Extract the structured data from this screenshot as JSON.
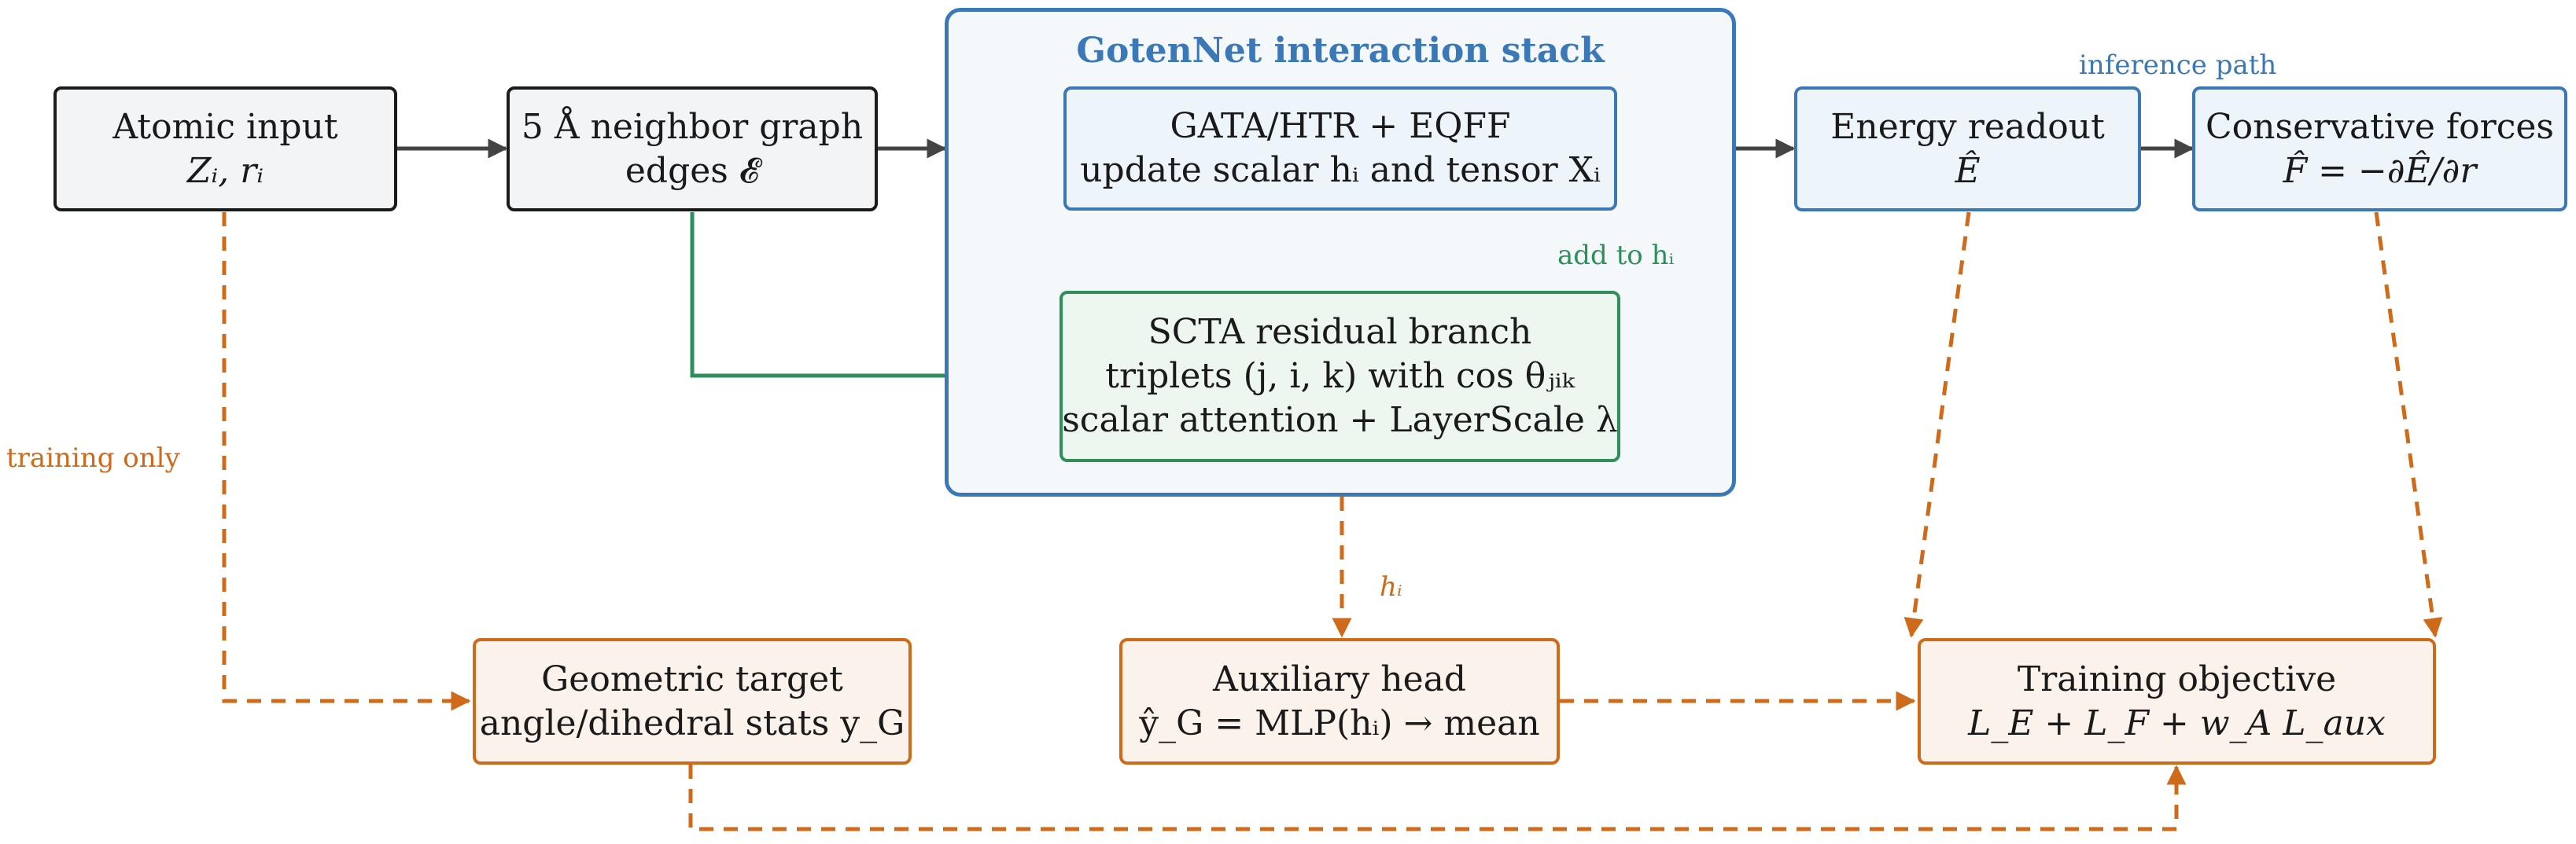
{
  "stack": {
    "title": "GotenNet interaction stack"
  },
  "nodes": {
    "atomic_input": {
      "line1": "Atomic input",
      "line2": "Zᵢ, rᵢ"
    },
    "neighbor_graph": {
      "line1": "5 Å neighbor graph",
      "line2": "edges 𝓔"
    },
    "gata": {
      "line1": "GATA/HTR + EQFF",
      "line2": "update scalar hᵢ and tensor Xᵢ"
    },
    "scta": {
      "line1": "SCTA residual branch",
      "line2": "triplets (j, i, k) with cos θⱼᵢₖ",
      "line3": "scalar attention + LayerScale λ"
    },
    "energy": {
      "line1": "Energy readout",
      "line2": "Ê"
    },
    "forces": {
      "line1": "Conservative forces",
      "line2": "F̂ = −∂Ê/∂r"
    },
    "geometric": {
      "line1": "Geometric target",
      "line2": "angle/dihedral stats y_G"
    },
    "auxiliary": {
      "line1": "Auxiliary head",
      "line2": "ŷ_G = MLP(hᵢ) → mean"
    },
    "objective": {
      "line1": "Training objective",
      "line2": "L_E + L_F + w_A L_aux"
    }
  },
  "labels": {
    "inference_path": "inference path",
    "training_only": "training only",
    "add_to_h": "add to hᵢ",
    "h_i": "hᵢ"
  },
  "colors": {
    "gray_border": "#1a1a1a",
    "blue": "#3b78b8",
    "green": "#2f8f5a",
    "orange": "#cf6a1a"
  }
}
